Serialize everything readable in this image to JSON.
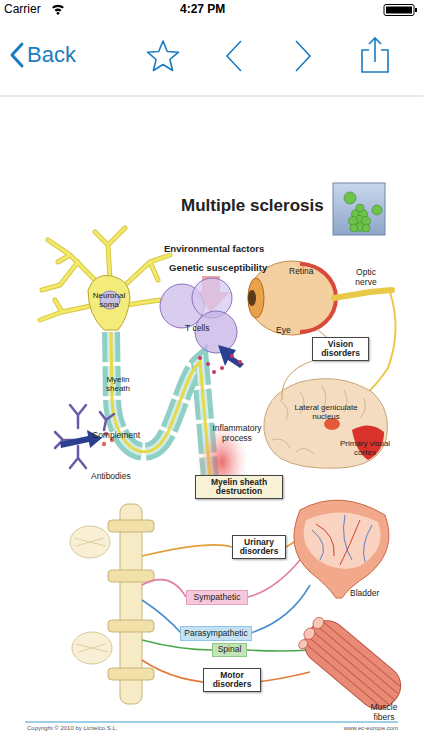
{
  "diagram": {
    "title": "Multiple sclerosis",
    "nodes": [
      {
        "text": [
          "Vision disorders"
        ]
      },
      {
        "text": [
          "Myelin sheath destruction"
        ]
      },
      {
        "text": [
          "Urinary disorders"
        ]
      },
      {
        "text": [
          "Sympathetic"
        ]
      },
      {
        "text": [
          "Parasympathetic"
        ]
      },
      {
        "text": [
          "Spinal"
        ]
      },
      {
        "text": [
          "Motor disorders"
        ]
      }
    ],
    "labels": [
      "Carrier",
      "4:27 PM",
      "Back",
      "Environmental factors",
      "Genetic susceptibility",
      "Neuronal soma",
      "T cells",
      "Retina",
      "Optic nerve",
      "Eye",
      "Myelin sheath",
      "Complement",
      "Antibodies",
      "Inflammatory process",
      "Lateral geniculate nucleus",
      "Primary visual cortex",
      "Bladder",
      "Muscle fibers",
      "Copyright © 2010 by Licitelco S.L.",
      "www.ec-europe.com"
    ]
  }
}
